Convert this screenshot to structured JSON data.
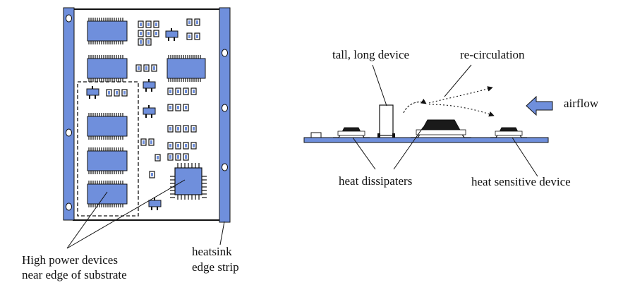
{
  "colors": {
    "component": "#6f8fdc",
    "component_dark": "#1a1a1a",
    "outline": "#111111",
    "board": "#ffffff",
    "background": "#ffffff"
  },
  "left_panel": {
    "label_devices_line1": "High power devices",
    "label_devices_line2": "near edge of substrate",
    "label_heatsink_line1": "heatsink",
    "label_heatsink_line2": "edge strip"
  },
  "right_panel": {
    "label_tall_device": "tall, long device",
    "label_recirculation": "re-circulation",
    "label_airflow": "airflow",
    "label_heat_dissipaters": "heat dissipaters",
    "label_heat_sensitive": "heat sensitive device"
  }
}
